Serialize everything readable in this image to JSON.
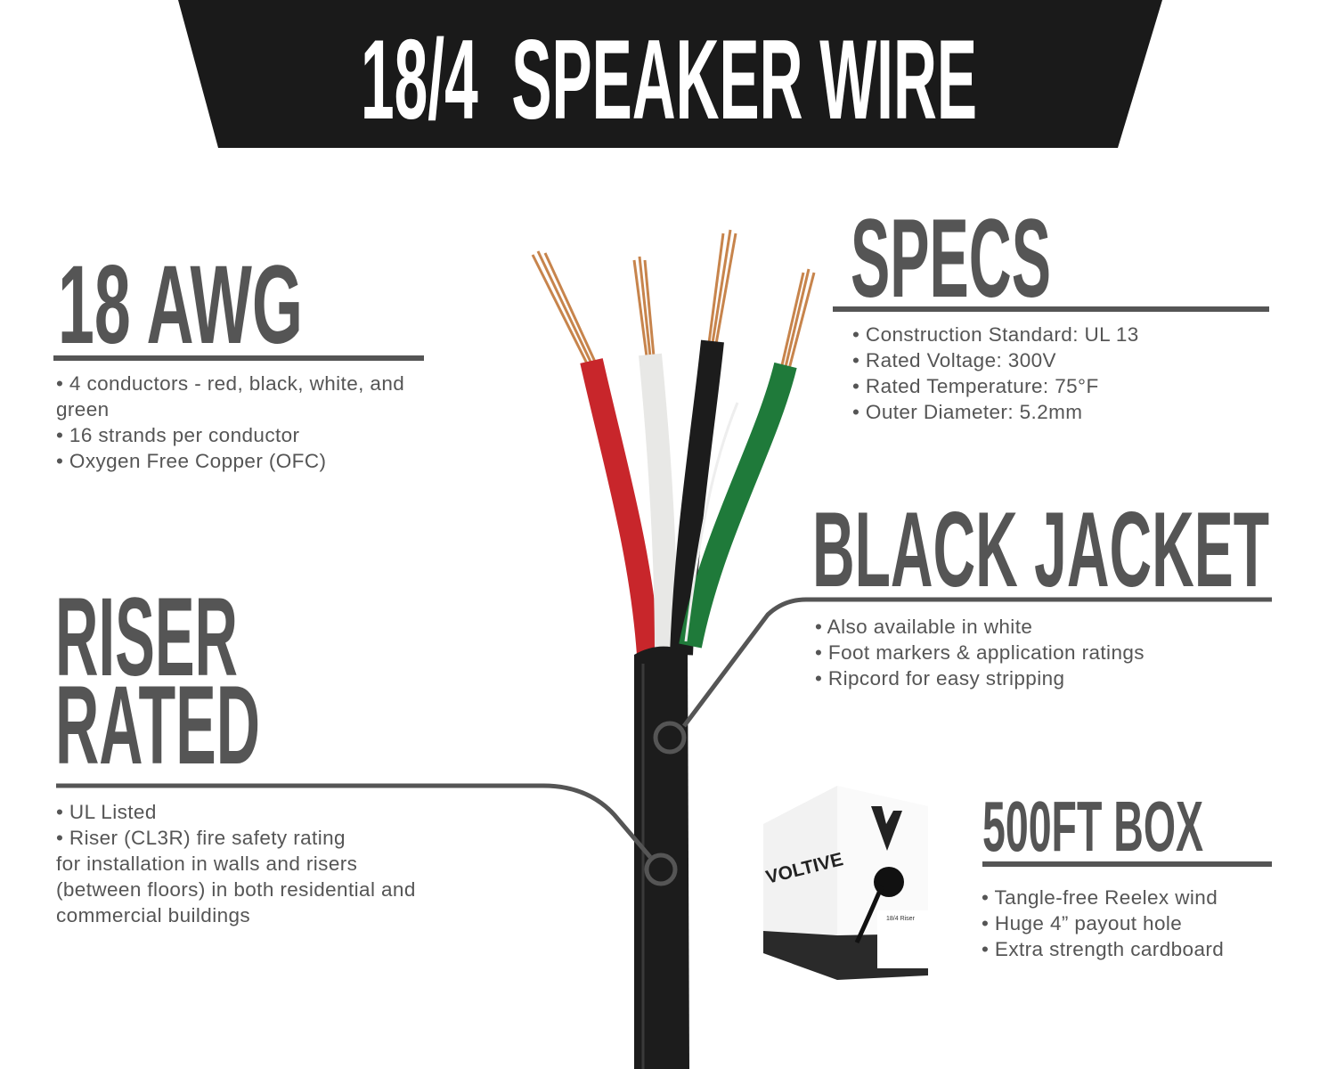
{
  "banner": {
    "title": "18/4  SPEAKER WIRE"
  },
  "awg": {
    "heading": "18 AWG",
    "bullets": [
      "• 4 conductors - red, black, white, and",
      "green",
      "• 16 strands per conductor",
      "• Oxygen Free Copper (OFC)"
    ]
  },
  "specs": {
    "heading": "SPECS",
    "bullets": [
      "• Construction Standard: UL 13",
      "• Rated Voltage: 300V",
      "• Rated Temperature: 75°F",
      "• Outer Diameter: 5.2mm"
    ]
  },
  "jacket": {
    "heading": "BLACK JACKET",
    "bullets": [
      "• Also available in white",
      "• Foot markers & application ratings",
      "• Ripcord for easy stripping"
    ]
  },
  "riser": {
    "heading_line1": "RISER",
    "heading_line2": "RATED",
    "bullets": [
      "• UL Listed",
      "• Riser (CL3R) fire safety rating",
      "for installation in walls and risers",
      "(between floors) in both residential and",
      "commercial buildings"
    ]
  },
  "box": {
    "heading": "500FT BOX",
    "bullets": [
      "• Tangle-free Reelex wind",
      "• Huge 4” payout hole",
      "• Extra strength cardboard"
    ],
    "brand": "VOLTIVE",
    "label": "18/4 Riser"
  },
  "colors": {
    "banner": "#1a1a1a",
    "heading": "#555555",
    "wire_red": "#c8262b",
    "wire_green": "#1f7a3a",
    "copper": "#c7844c"
  }
}
